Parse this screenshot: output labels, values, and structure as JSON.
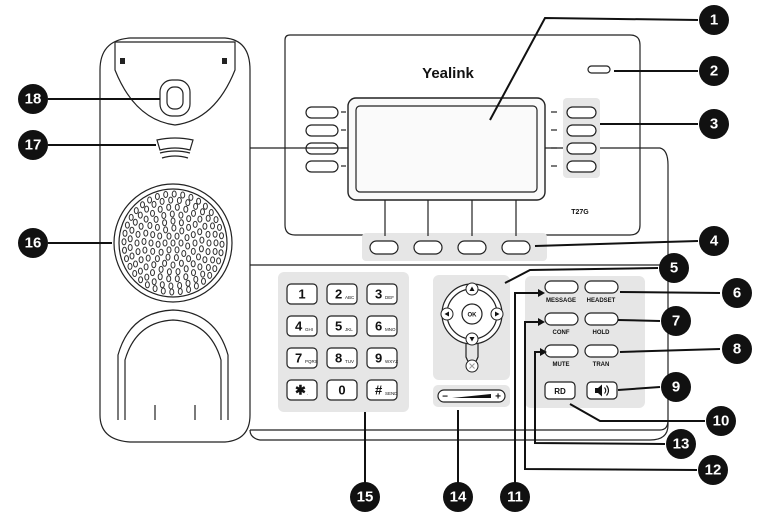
{
  "brand": "Yealink",
  "model": "T27G",
  "keypad": [
    {
      "main": "1",
      "sub": ""
    },
    {
      "main": "2",
      "sub": "ABC"
    },
    {
      "main": "3",
      "sub": "DEF"
    },
    {
      "main": "4",
      "sub": "GHI"
    },
    {
      "main": "5",
      "sub": "JKL"
    },
    {
      "main": "6",
      "sub": "MNO"
    },
    {
      "main": "7",
      "sub": "PQRS"
    },
    {
      "main": "8",
      "sub": "TUV"
    },
    {
      "main": "9",
      "sub": "WXYZ"
    },
    {
      "main": "✱",
      "sub": "."
    },
    {
      "main": "0",
      "sub": ""
    },
    {
      "main": "#",
      "sub": "SEND"
    }
  ],
  "nav": {
    "ok": "OK"
  },
  "function_keys": {
    "message": "MESSAGE",
    "headset": "HEADSET",
    "conf": "CONF",
    "hold": "HOLD",
    "mute": "MUTE",
    "tran": "TRAN",
    "redial": "RD",
    "speaker_icon": "speaker-icon"
  },
  "volume": {
    "minus": "−",
    "plus": "+"
  },
  "callouts": [
    "1",
    "2",
    "3",
    "4",
    "5",
    "6",
    "7",
    "8",
    "9",
    "10",
    "11",
    "12",
    "13",
    "14",
    "15",
    "16",
    "17",
    "18"
  ]
}
